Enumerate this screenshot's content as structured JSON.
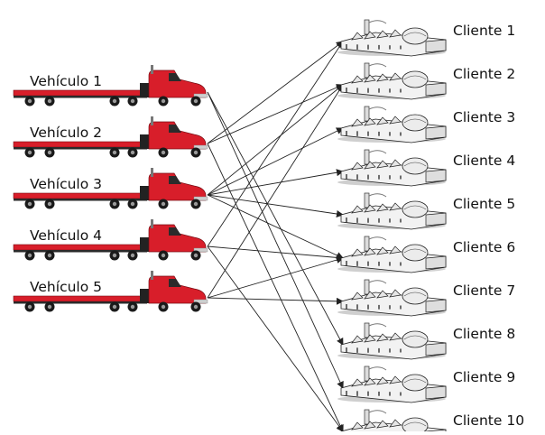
{
  "vehicles": [
    {
      "id": 1,
      "label": "Vehículo 1"
    },
    {
      "id": 2,
      "label": "Vehículo 2"
    },
    {
      "id": 3,
      "label": "Vehículo 3"
    },
    {
      "id": 4,
      "label": "Vehículo 4"
    },
    {
      "id": 5,
      "label": "Vehículo 5"
    }
  ],
  "clients": [
    {
      "id": 1,
      "label": "Cliente 1"
    },
    {
      "id": 2,
      "label": "Cliente 2"
    },
    {
      "id": 3,
      "label": "Cliente 3"
    },
    {
      "id": 4,
      "label": "Cliente 4"
    },
    {
      "id": 5,
      "label": "Cliente 5"
    },
    {
      "id": 6,
      "label": "Cliente 6"
    },
    {
      "id": 7,
      "label": "Cliente 7"
    },
    {
      "id": 8,
      "label": "Cliente 8"
    },
    {
      "id": 9,
      "label": "Cliente 9"
    },
    {
      "id": 10,
      "label": "Cliente 10"
    }
  ],
  "connections": [
    {
      "vehicle": 1,
      "client": 8
    },
    {
      "vehicle": 1,
      "client": 9
    },
    {
      "vehicle": 2,
      "client": 1
    },
    {
      "vehicle": 2,
      "client": 2
    },
    {
      "vehicle": 2,
      "client": 10
    },
    {
      "vehicle": 3,
      "client": 2
    },
    {
      "vehicle": 3,
      "client": 3
    },
    {
      "vehicle": 3,
      "client": 4
    },
    {
      "vehicle": 3,
      "client": 5
    },
    {
      "vehicle": 3,
      "client": 6
    },
    {
      "vehicle": 4,
      "client": 1
    },
    {
      "vehicle": 4,
      "client": 6
    },
    {
      "vehicle": 4,
      "client": 10
    },
    {
      "vehicle": 5,
      "client": 2
    },
    {
      "vehicle": 5,
      "client": 6
    },
    {
      "vehicle": 5,
      "client": 7
    }
  ],
  "colors": {
    "truck_red": "#d81e2a",
    "truck_dark": "#1a1a1a",
    "line": "#222222"
  }
}
